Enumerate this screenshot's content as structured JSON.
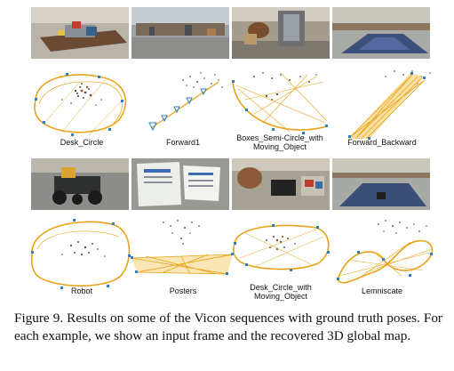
{
  "sequences": [
    {
      "label": "Desk_Circle"
    },
    {
      "label": "Forward1"
    },
    {
      "label": "Boxes_Semi-Circle_with Moving_Object"
    },
    {
      "label": "Forward_Backward"
    },
    {
      "label": "Robot"
    },
    {
      "label": "Posters"
    },
    {
      "label": "Desk_Circle_with Moving_Object"
    },
    {
      "label": "Lemniscate"
    }
  ],
  "caption": "Figure 9. Results on some of the Vicon sequences with ground truth poses. For each example, we show an input frame and the recovered 3D global map.",
  "colors": {
    "trajectory": "#e8a317",
    "camera": "#2f7fc0"
  }
}
